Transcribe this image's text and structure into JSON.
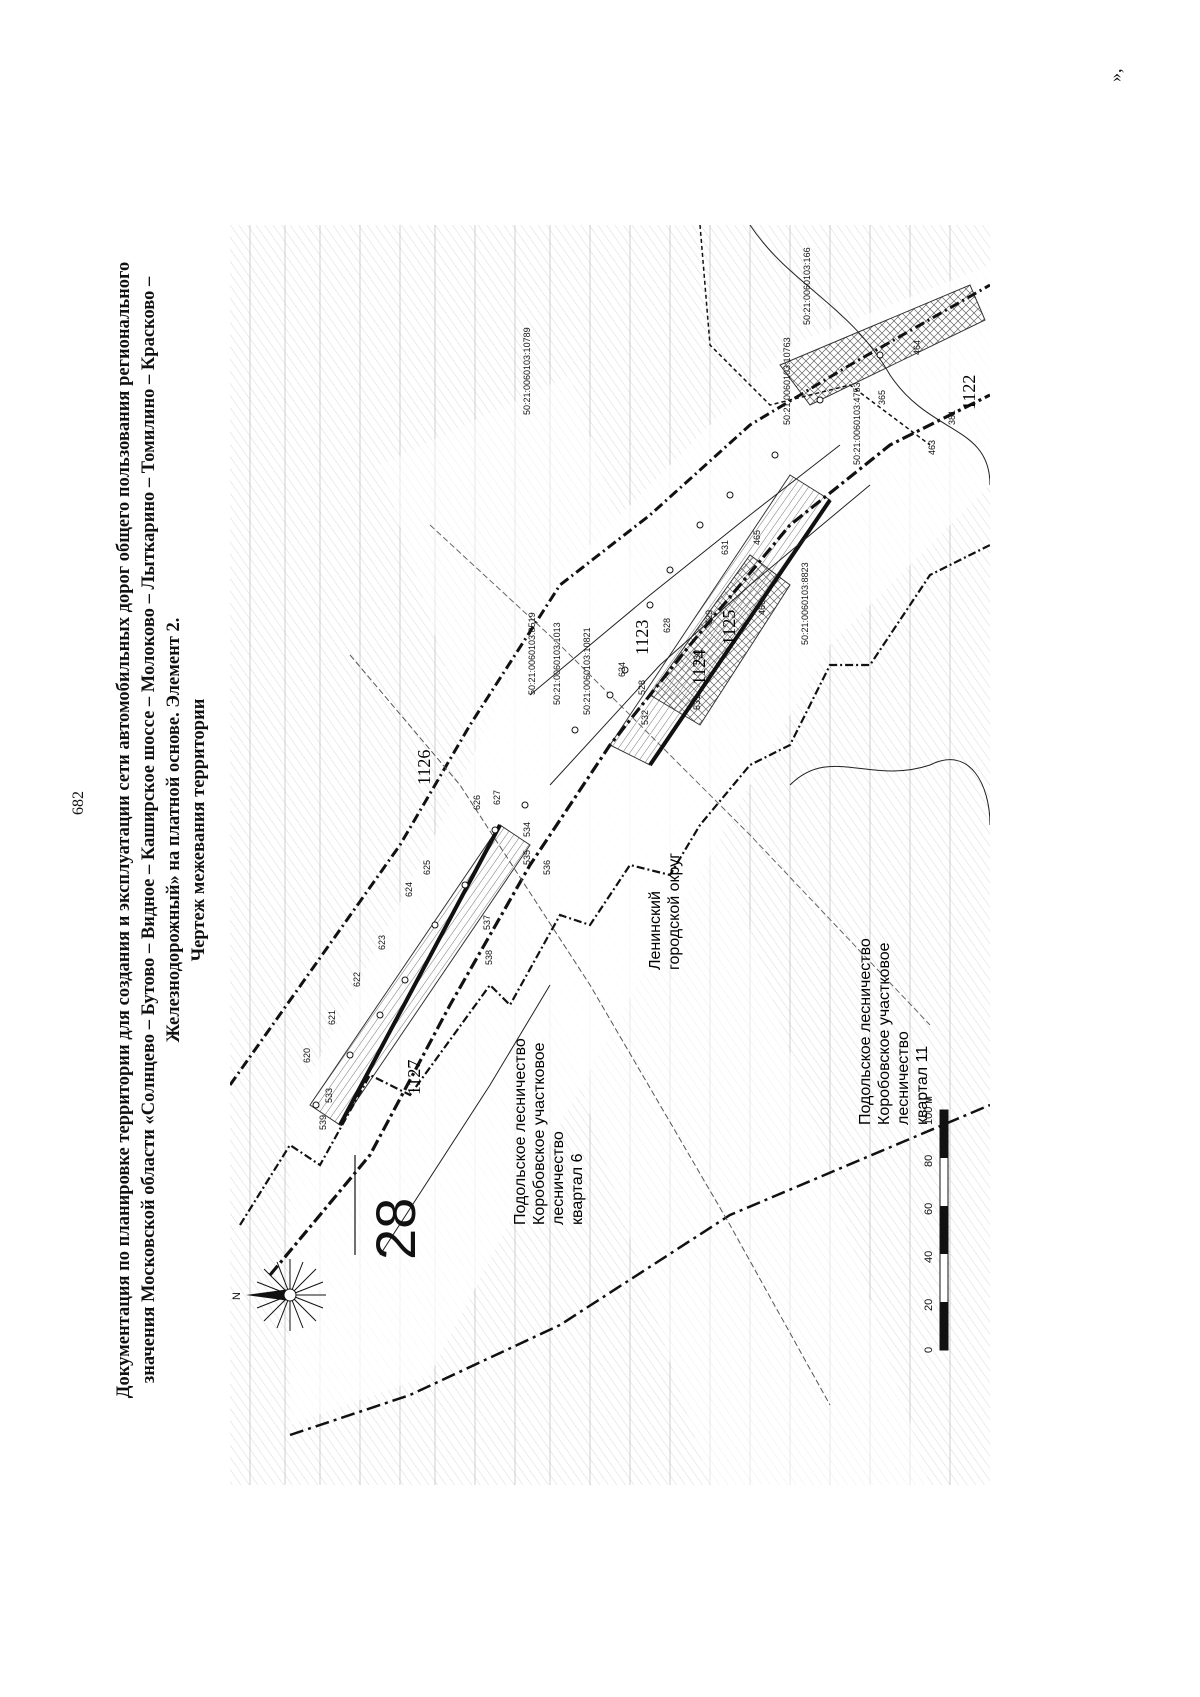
{
  "page_number": "682",
  "title": {
    "line1": "Документация по планировке территории для создания и эксплуатации сети автомобильных дорог общего пользования регионального",
    "line2": "значения Московской области «Солнцево – Бутово – Видное – Каширское шоссе – Молоково – Лыткарино – Томилино – Красково –",
    "line3": "Железнодорожный» на платной основе. Элемент 2.",
    "line4": "Чертеж межевания территории"
  },
  "closing_mark": "»,",
  "map": {
    "sheet_number": "28",
    "north_label": "N",
    "areas": [
      {
        "label": "Подольское лесничество\nКоробовское участковое\nлесничество\nквартал 6"
      },
      {
        "label": "Ленинский\nгородской округ"
      },
      {
        "label": "Подольское лесничество\nКоробовское участковое\nлесничество\nквартал 11"
      }
    ],
    "zone_numbers": [
      "1127",
      "1126",
      "1125",
      "1124",
      "1123",
      "1122"
    ],
    "point_labels": [
      "539",
      "533",
      "620",
      "621",
      "622",
      "623",
      "624",
      "625",
      "626",
      "627",
      "535",
      "534",
      "536",
      "537",
      "538",
      "532",
      "531",
      "530",
      "528",
      "634",
      "628",
      "629",
      "631",
      "465",
      "466",
      "463",
      "365",
      "381",
      "464"
    ],
    "parcel_labels": [
      "50:21:0060103:10789",
      "50:21:0060103:10763",
      "50:21:0060103:8519",
      "50:21:0060103:1013",
      "50:21:0060103:10821",
      "50:21:0060103:4753",
      "50:21:0060103:8823",
      "50:21:0060103:166"
    ],
    "scale": {
      "ticks": [
        "0",
        "20",
        "40",
        "60",
        "80",
        "100 м"
      ]
    }
  },
  "colors": {
    "ink": "#111111",
    "hatch": "#9a9a9a",
    "paper": "#ffffff"
  }
}
